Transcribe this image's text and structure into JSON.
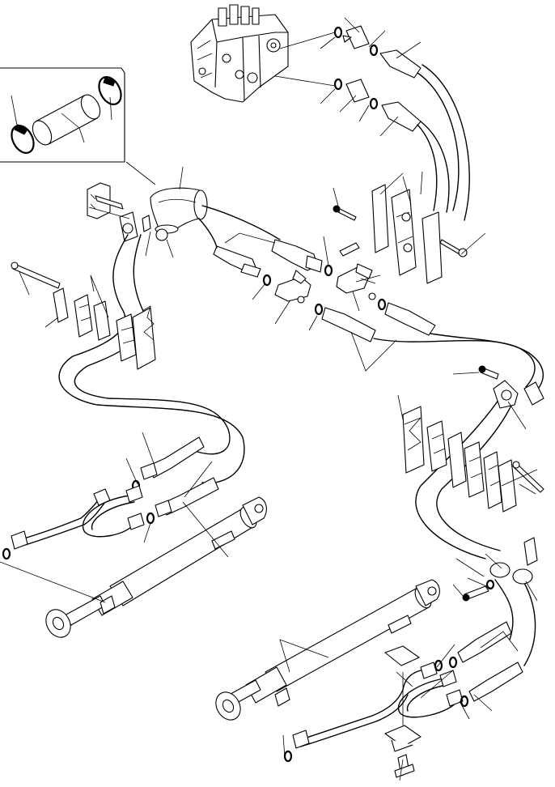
{
  "figure": {
    "kind": "exploded-parts-diagram",
    "text_labels": [],
    "components": [
      "control-valve",
      "hose-clamp-detail-inset",
      "rubber-elbow",
      "hose-assemblies",
      "o-rings",
      "connectors",
      "tee-fittings",
      "clamp-blocks",
      "clamp-plates",
      "bolts",
      "hydraulic-cylinder-left",
      "hydraulic-cylinder-right",
      "steel-tubes"
    ],
    "callout_count": 52
  }
}
